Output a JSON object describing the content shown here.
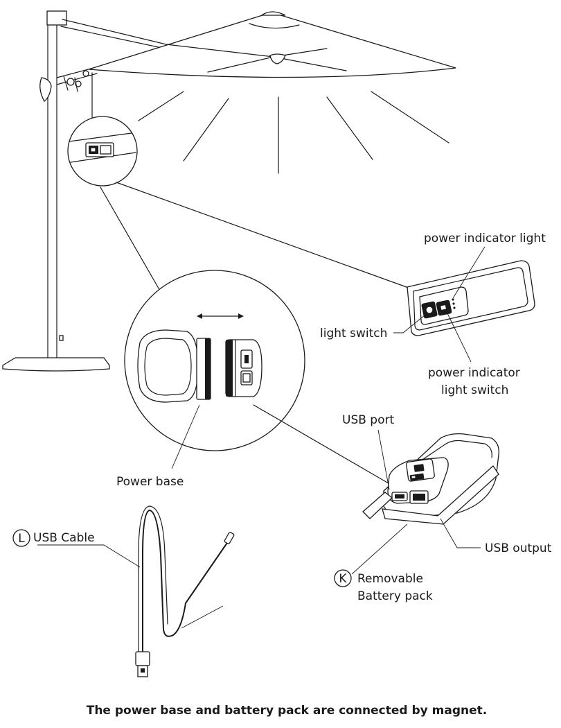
{
  "labels": {
    "power_indicator_light": "power indicator light",
    "light_switch": "light switch",
    "power_indicator_light_switch_line1": "power indicator",
    "power_indicator_light_switch_line2": "light switch",
    "usb_port": "USB port",
    "power_base": "Power base",
    "usb_cable_letter": "L",
    "usb_cable": "USB Cable",
    "usb_output": "USB output",
    "battery_pack_letter": "K",
    "battery_pack_line1": "Removable",
    "battery_pack_line2": "Battery pack"
  },
  "caption": "The power base and battery pack are connected by magnet.",
  "icons": [
    "umbrella-illustration",
    "switch-detail-magnifier",
    "power-base-magnifier",
    "usb-cable-illustration",
    "battery-pack-illustration"
  ]
}
